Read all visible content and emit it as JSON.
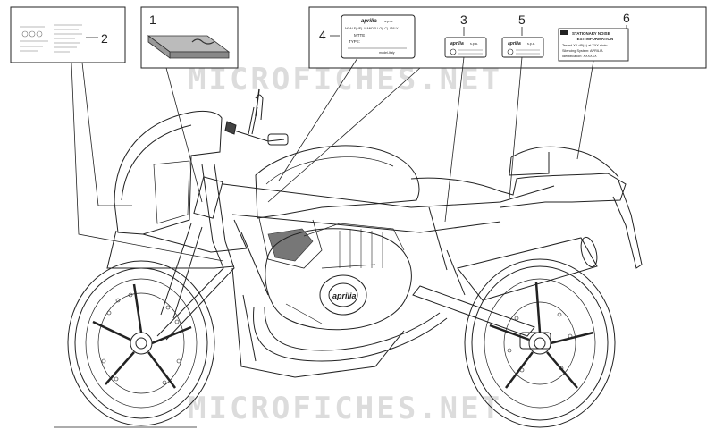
{
  "callouts": {
    "c1": "1",
    "c2": "2",
    "c3": "3",
    "c4": "4",
    "c5": "5",
    "c6": "6"
  },
  "decal4": {
    "brand": "aprilia",
    "suffix": "s.p.a.",
    "address": "NOALE(VE)–MANDELLO(LC)–ITALY",
    "line1": "MTTE",
    "line2": "TYPE:",
    "line3": "model-Italy"
  },
  "decal3": {
    "brand": "aprilia",
    "suffix": "s.p.a."
  },
  "decal5": {
    "brand": "aprilia",
    "suffix": "s.p.a."
  },
  "decal6": {
    "title1": "STATIONARY NOISE",
    "title2": "TEST INFORMATION",
    "line1": "Tested XX dB(A) at XXX r/min",
    "line2": "Silencing System: APRILIA",
    "line3": "Identification: XXXXXX"
  },
  "engine_logo": "aprilia",
  "watermark": "MICROFICHES.NET",
  "colors": {
    "line": "#222222",
    "watermark": "#d9d9d9",
    "tank_shading": "#555555"
  }
}
